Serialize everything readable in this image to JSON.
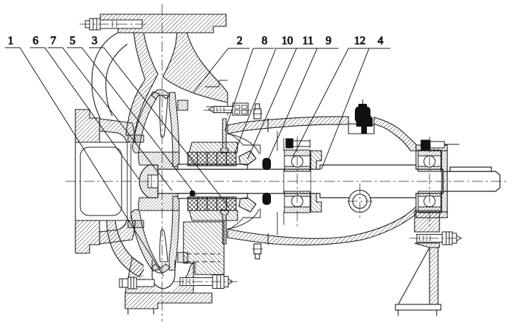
{
  "figure": {
    "kind": "engineering-sectional-drawing",
    "subject": "end-suction centrifugal pump cross-section",
    "background_color": "#ffffff",
    "line_color": "#1a1a1a"
  },
  "callouts": [
    {
      "id": "c1",
      "text": "1"
    },
    {
      "id": "c6",
      "text": "6"
    },
    {
      "id": "c7",
      "text": "7"
    },
    {
      "id": "c5",
      "text": "5"
    },
    {
      "id": "c3",
      "text": "3"
    },
    {
      "id": "c2",
      "text": "2"
    },
    {
      "id": "c8",
      "text": "8"
    },
    {
      "id": "c10",
      "text": "10"
    },
    {
      "id": "c11",
      "text": "11"
    },
    {
      "id": "c9",
      "text": "9"
    },
    {
      "id": "c12",
      "text": "12"
    },
    {
      "id": "c4",
      "text": "4"
    }
  ]
}
